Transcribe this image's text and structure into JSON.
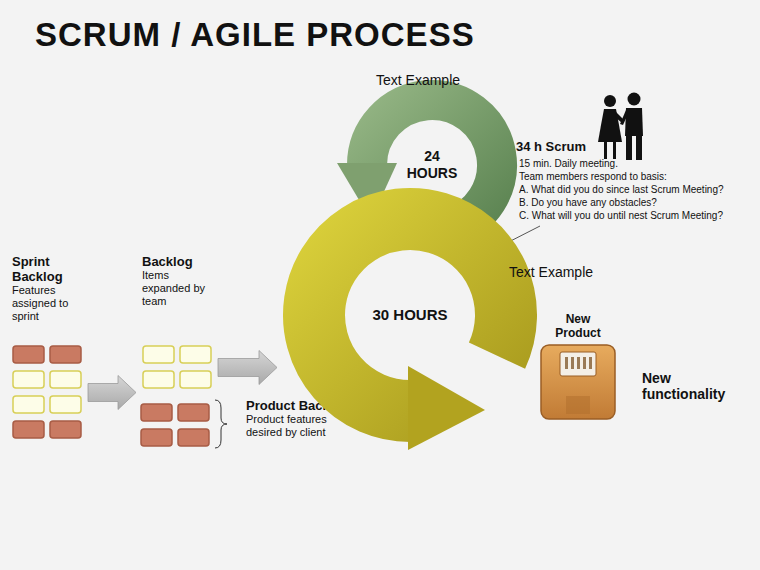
{
  "diagram": {
    "title": "SCRUM / AGILE PROCESS",
    "nodes": [
      {
        "text": [
          "24 HOURS"
        ]
      },
      {
        "text": [
          "Sprint Backlog",
          "Features assigned to sprint"
        ]
      },
      {
        "text": [
          "Backlog",
          "Items expanded by team"
        ]
      },
      {
        "text": [
          "Product Backlog",
          "Product features desired by client"
        ]
      },
      {
        "text": [
          "30 HOURS"
        ]
      },
      {
        "text": [
          "New Product"
        ]
      }
    ],
    "edges": [
      {
        "from": 1,
        "to": 2,
        "arrow": "to"
      },
      {
        "from": 2,
        "to": 4,
        "arrow": "to"
      }
    ],
    "labels": [
      "Text Example",
      "34 h Scrum",
      "15 min. Daily meeting.",
      "Team members respond to basis:",
      "A. What did you do since last Scrum Meeting?",
      "B. Do you have any obstacles?",
      "C. What will you do until nest Scrum Meeting?",
      "Text Example",
      "New functionality"
    ]
  }
}
